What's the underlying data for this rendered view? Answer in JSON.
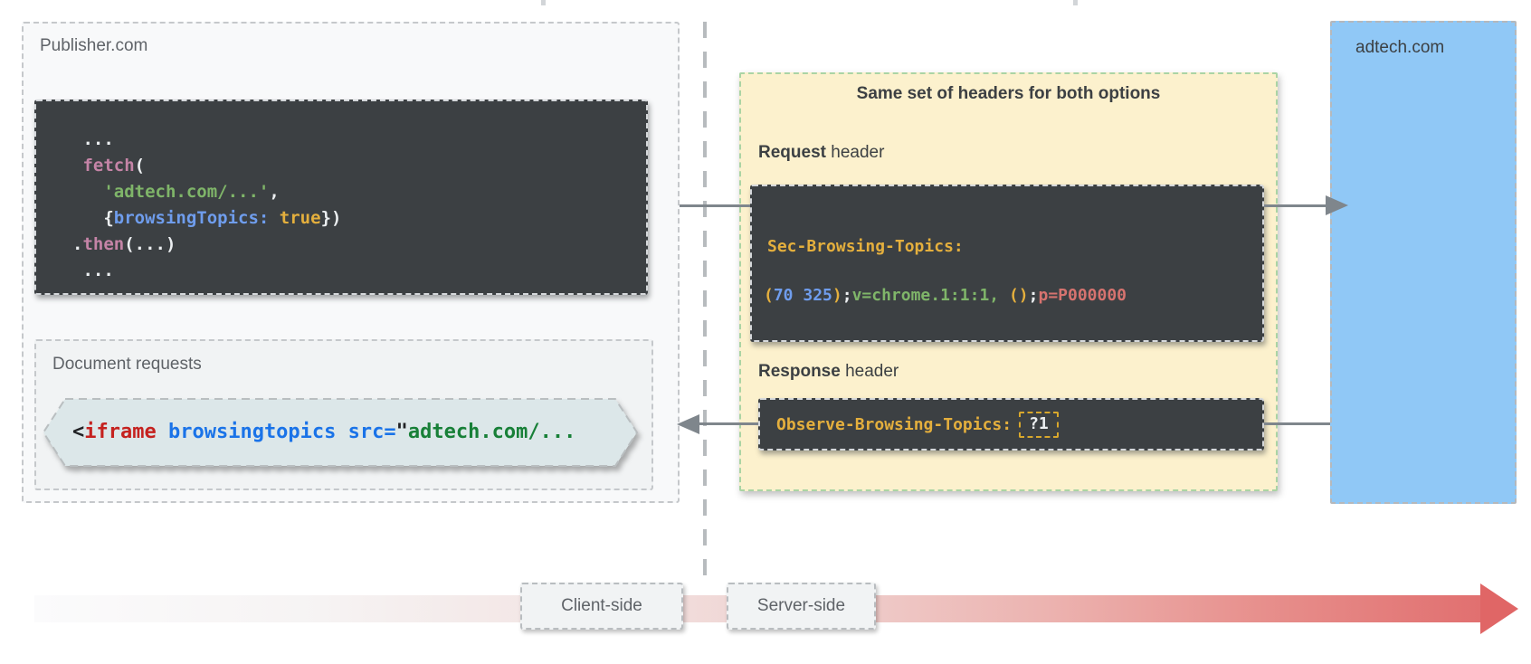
{
  "publisher": {
    "label": "Publisher.com",
    "code": {
      "line1": " ...",
      "fetch_kw": " fetch",
      "fetch_paren": "(",
      "url_string": "   'adtech.com/...'",
      "url_comma": ",",
      "obj_open": "   {",
      "opt_name": "browsingTopics: ",
      "opt_value": "true",
      "obj_close": "})",
      "then_dot": ".",
      "then_kw": "then",
      "then_args": "(...)",
      "line6": " ..."
    },
    "document_requests": {
      "label": "Document requests",
      "iframe": {
        "lt": "<",
        "tag": "iframe",
        "attr": " browsingtopics ",
        "src_attr": "src=",
        "quote": "\"",
        "url": "adtech.com/..."
      }
    }
  },
  "headers_panel": {
    "title": "Same set of headers for both options",
    "request_label_bold": "Request",
    "request_label_rest": " header",
    "request_code": {
      "name": "Sec-Browsing-Topics:",
      "paren_open": "(",
      "topics": "70 325",
      "paren_close": ")",
      "semi1": ";",
      "version": "v=chrome.1:1:1,",
      "empty_list": " ()",
      "semi2": ";",
      "padding": "p=P000000"
    },
    "response_label_bold": "Response",
    "response_label_rest": " header",
    "response_code": {
      "name": "Observe-Browsing-Topics:",
      "value": "?1"
    }
  },
  "adtech": {
    "label": "adtech.com"
  },
  "timeline": {
    "client_label": "Client-side",
    "server_label": "Server-side"
  },
  "colors": {
    "panel_yellow": "#fcf1cd",
    "panel_border_green": "#abd4a4",
    "adtech_blue": "#90c8f6",
    "code_box_dark": "#3c4043",
    "code_gold": "#e4af3d",
    "code_blue": "#6f9ded",
    "code_green": "#7fb569",
    "code_red": "#d6736f",
    "code_pink": "#c584a7",
    "iframe_red": "#c5221f",
    "iframe_blue": "#1a73e8",
    "iframe_green": "#188038",
    "timeline_red": "#e06666",
    "arrow_gray": "#7f868c"
  }
}
